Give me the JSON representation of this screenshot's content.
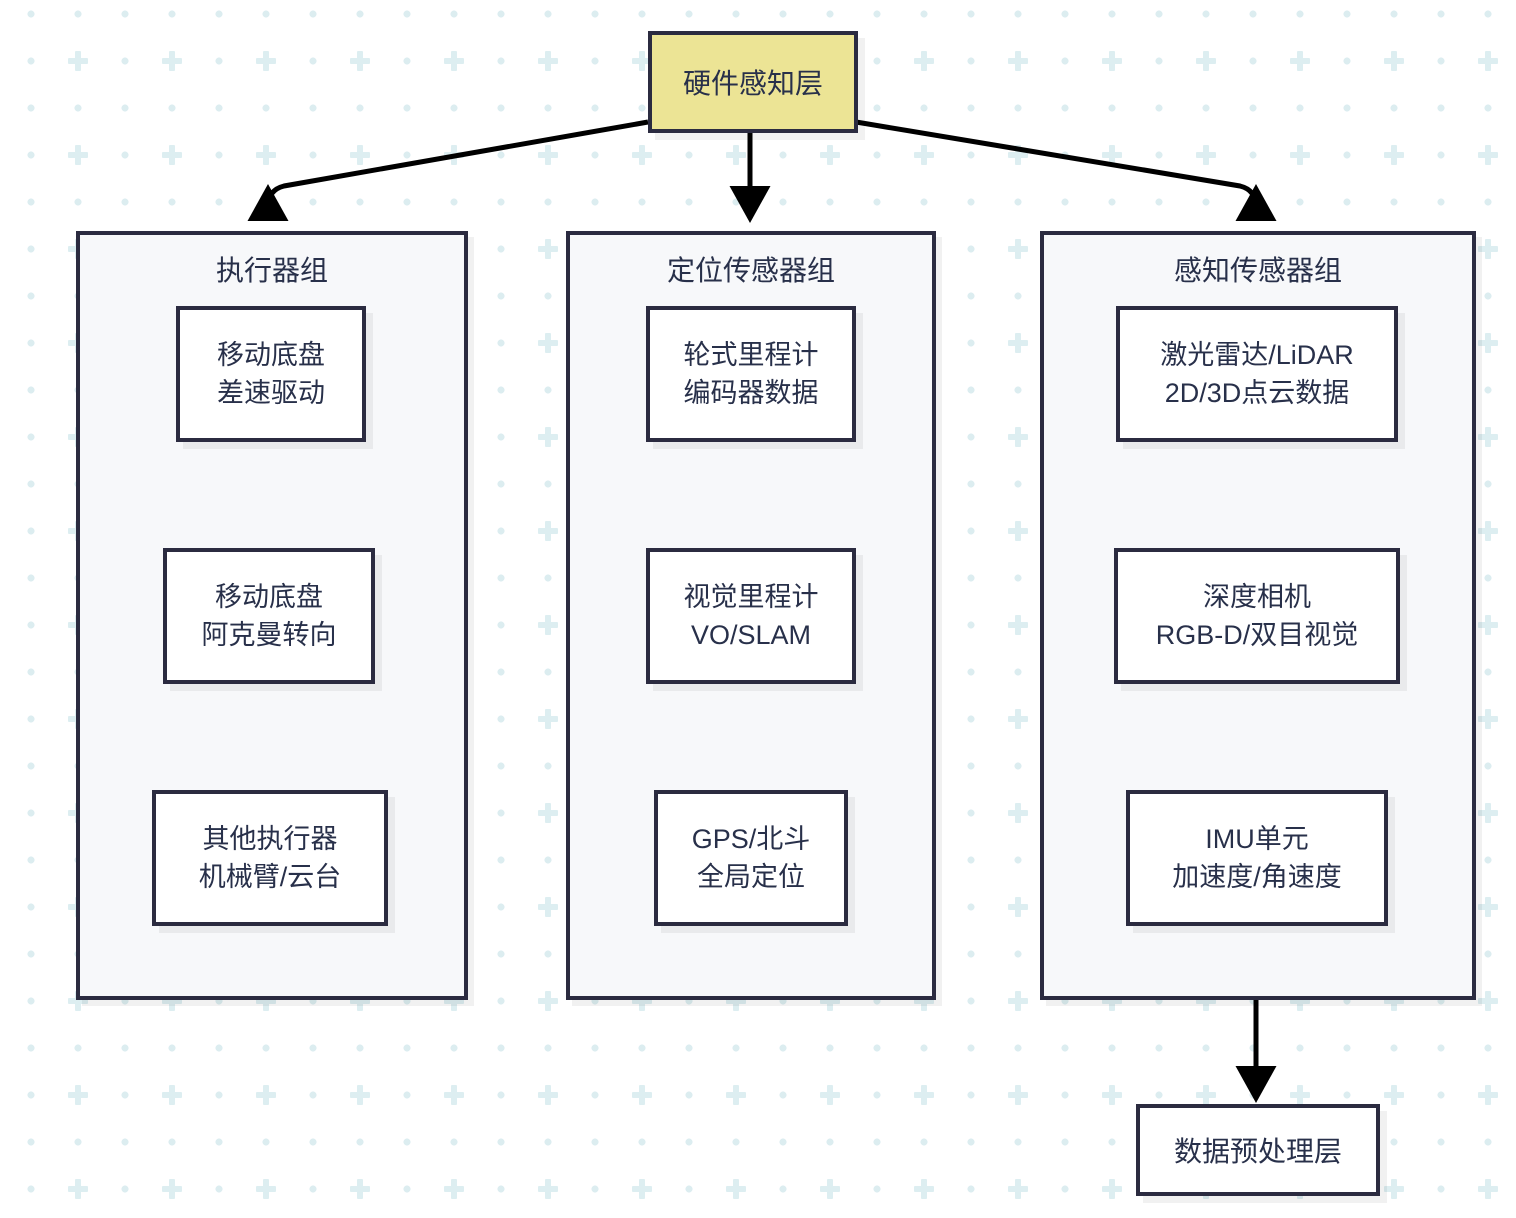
{
  "diagram": {
    "title_node": {
      "label": "硬件感知层",
      "fill": "#ece495",
      "border": "#2b2b40"
    },
    "bottom_node": {
      "label": "数据预处理层",
      "fill": "#ffffff",
      "border": "#2b2b40"
    },
    "groups": [
      {
        "id": "actuator-group",
        "title": "执行器组",
        "items": [
          {
            "id": "mobile-base-diff",
            "line1": "移动底盘",
            "line2": "差速驱动"
          },
          {
            "id": "mobile-base-ackermann",
            "line1": "移动底盘",
            "line2": "阿克曼转向"
          },
          {
            "id": "other-actuators",
            "line1": "其他执行器",
            "line2": "机械臂/云台"
          }
        ]
      },
      {
        "id": "localization-sensor-group",
        "title": "定位传感器组",
        "items": [
          {
            "id": "wheel-odometry",
            "line1": "轮式里程计",
            "line2": "编码器数据"
          },
          {
            "id": "visual-odometry",
            "line1": "视觉里程计",
            "line2": "VO/SLAM"
          },
          {
            "id": "gnss",
            "line1": "GPS/北斗",
            "line2": "全局定位"
          }
        ]
      },
      {
        "id": "perception-sensor-group",
        "title": "感知传感器组",
        "items": [
          {
            "id": "lidar",
            "line1": "激光雷达/LiDAR",
            "line2": "2D/3D点云数据"
          },
          {
            "id": "depth-camera",
            "line1": "深度相机",
            "line2": "RGB-D/双目视觉"
          },
          {
            "id": "imu",
            "line1": "IMU单元",
            "line2": "加速度/角速度"
          }
        ]
      }
    ],
    "colors": {
      "node_border": "#2b2b40",
      "node_text": "#28304a",
      "group_fill": "#f7f8fa",
      "leaf_fill": "#ffffff",
      "accent_yellow": "#ece495",
      "edge": "#000000",
      "background_dots": "#dcedf0"
    }
  }
}
